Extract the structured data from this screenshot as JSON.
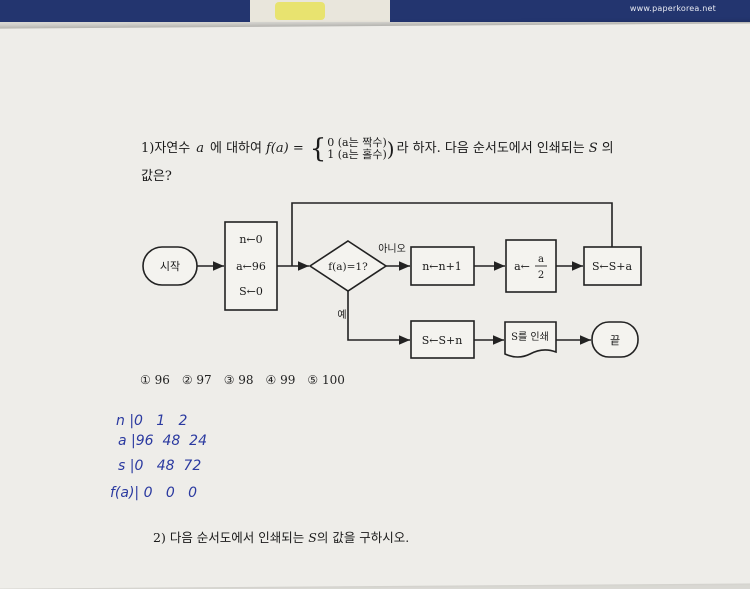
{
  "header": {
    "url": "www.paperkorea.net"
  },
  "question1": {
    "number": "1)",
    "text_a": "자연수",
    "var_a": "a",
    "text_b": "에 대하여",
    "func": "f(a) =",
    "case0": "0 (a는 짝수)",
    "case1": "1 (a는 홀수)",
    "text_c": "라 하자. 다음 순서도에서 인쇄되는",
    "var_s": "S",
    "text_d": "의",
    "line2": "값은?"
  },
  "flowchart": {
    "start": "시작",
    "init": [
      "n←0",
      "a←96",
      "S←0"
    ],
    "decision": "f(a)=1?",
    "no_label": "아니오",
    "yes_label": "예",
    "step_n": "n←n+1",
    "step_a_left": "a←",
    "step_a_num": "a",
    "step_a_den": "2",
    "step_s": "S←S+a",
    "step_final": "S←S+n",
    "print": "S를 인쇄",
    "end": "끝"
  },
  "choices": [
    "① 96",
    "② 97",
    "③ 98",
    "④ 99",
    "⑤ 100"
  ],
  "handwriting": {
    "n_row": "n |0   1   2",
    "a_row": "a |96  48  24",
    "s_row": "s |0   48  72",
    "f_row": "f(a)| 0   0   0"
  },
  "question2": {
    "number": "2)",
    "text": "다음 순서도에서 인쇄되는",
    "var_s": "S",
    "text_end": "의 값을 구하시오."
  }
}
